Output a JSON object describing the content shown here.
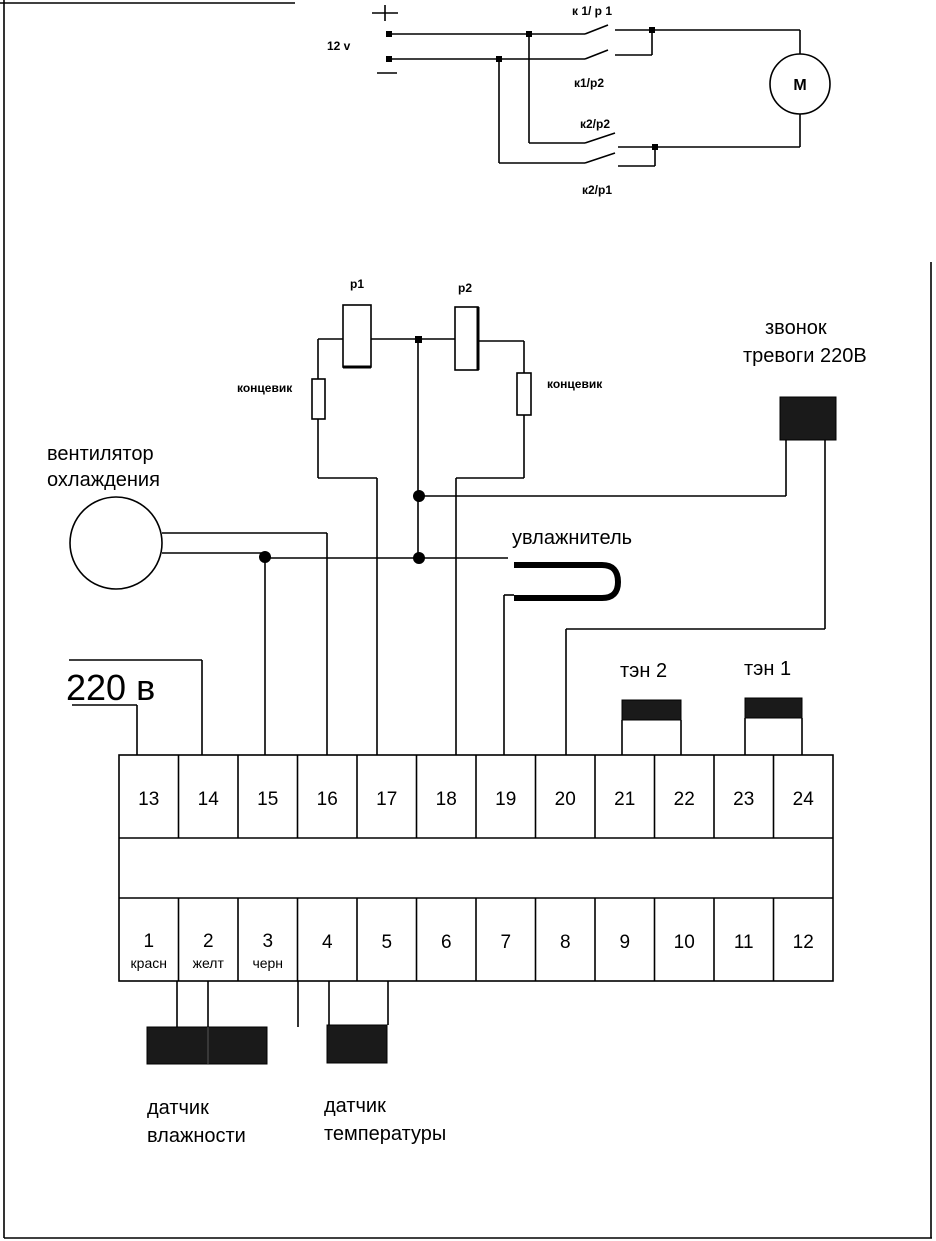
{
  "motor_circuit": {
    "voltage_label": "12 v",
    "plus_sign": "+",
    "minus_sign": "−",
    "contact_k1p1": "к 1/ р 1",
    "contact_k1p2": "к1/р2",
    "contact_k2p2": "к2/р2",
    "contact_k2p1": "к2/р1",
    "motor_label": "М"
  },
  "relays": {
    "p1_label": "р1",
    "p2_label": "р2",
    "limit_switch_left": "концевик",
    "limit_switch_right": "концевик"
  },
  "devices": {
    "fan_label_line1": "вентилятор",
    "fan_label_line2": "охлаждения",
    "alarm_label_line1": "звонок",
    "alarm_label_line2": "тревоги 220В",
    "humidifier_label": "увлажнитель",
    "heater2_label": "тэн 2",
    "heater1_label": "тэн 1",
    "mains_label": "220 в",
    "humidity_sensor_line1": "датчик",
    "humidity_sensor_line2": "влажности",
    "temp_sensor_line1": "датчик",
    "temp_sensor_line2": "температуры"
  },
  "terminals_top": [
    "13",
    "14",
    "15",
    "16",
    "17",
    "18",
    "19",
    "20",
    "21",
    "22",
    "23",
    "24"
  ],
  "terminals_bottom": [
    "1",
    "2",
    "3",
    "4",
    "5",
    "6",
    "7",
    "8",
    "9",
    "10",
    "11",
    "12"
  ],
  "terminal_colors": [
    "красн",
    "желт",
    "черн"
  ]
}
